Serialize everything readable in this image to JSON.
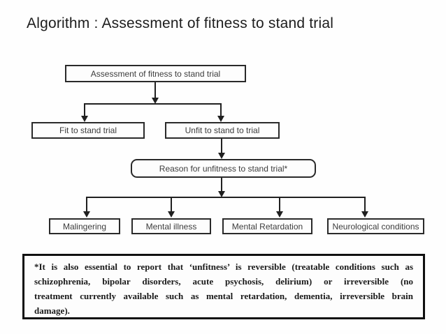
{
  "title": "Algorithm : Assessment of fitness to stand trial",
  "flowchart": {
    "root": "Assessment of fitness to stand trial",
    "fit": "Fit to stand trial",
    "unfit": "Unfit to stand to trial",
    "reason": "Reason for unfitness to stand trial*",
    "causes": [
      "Malingering",
      "Mental illness",
      "Mental Retardation",
      "Neurological conditions"
    ]
  },
  "note": {
    "lines": [
      "*It is also essential to report that ‘unfitness’ is reversible (treatable conditions such as",
      "schizophrenia, bipolar disorders, acute psychosis, delirium) or irreversible (no",
      "treatment currently available such as mental retardation, dementia, irreversible brain",
      "damage)."
    ]
  },
  "colors": {
    "title_text": "#1d1d1d",
    "box_border": "#2a2a2a",
    "box_text": "#3c3c3c",
    "connector": "#202020",
    "background": "#fefefe"
  }
}
